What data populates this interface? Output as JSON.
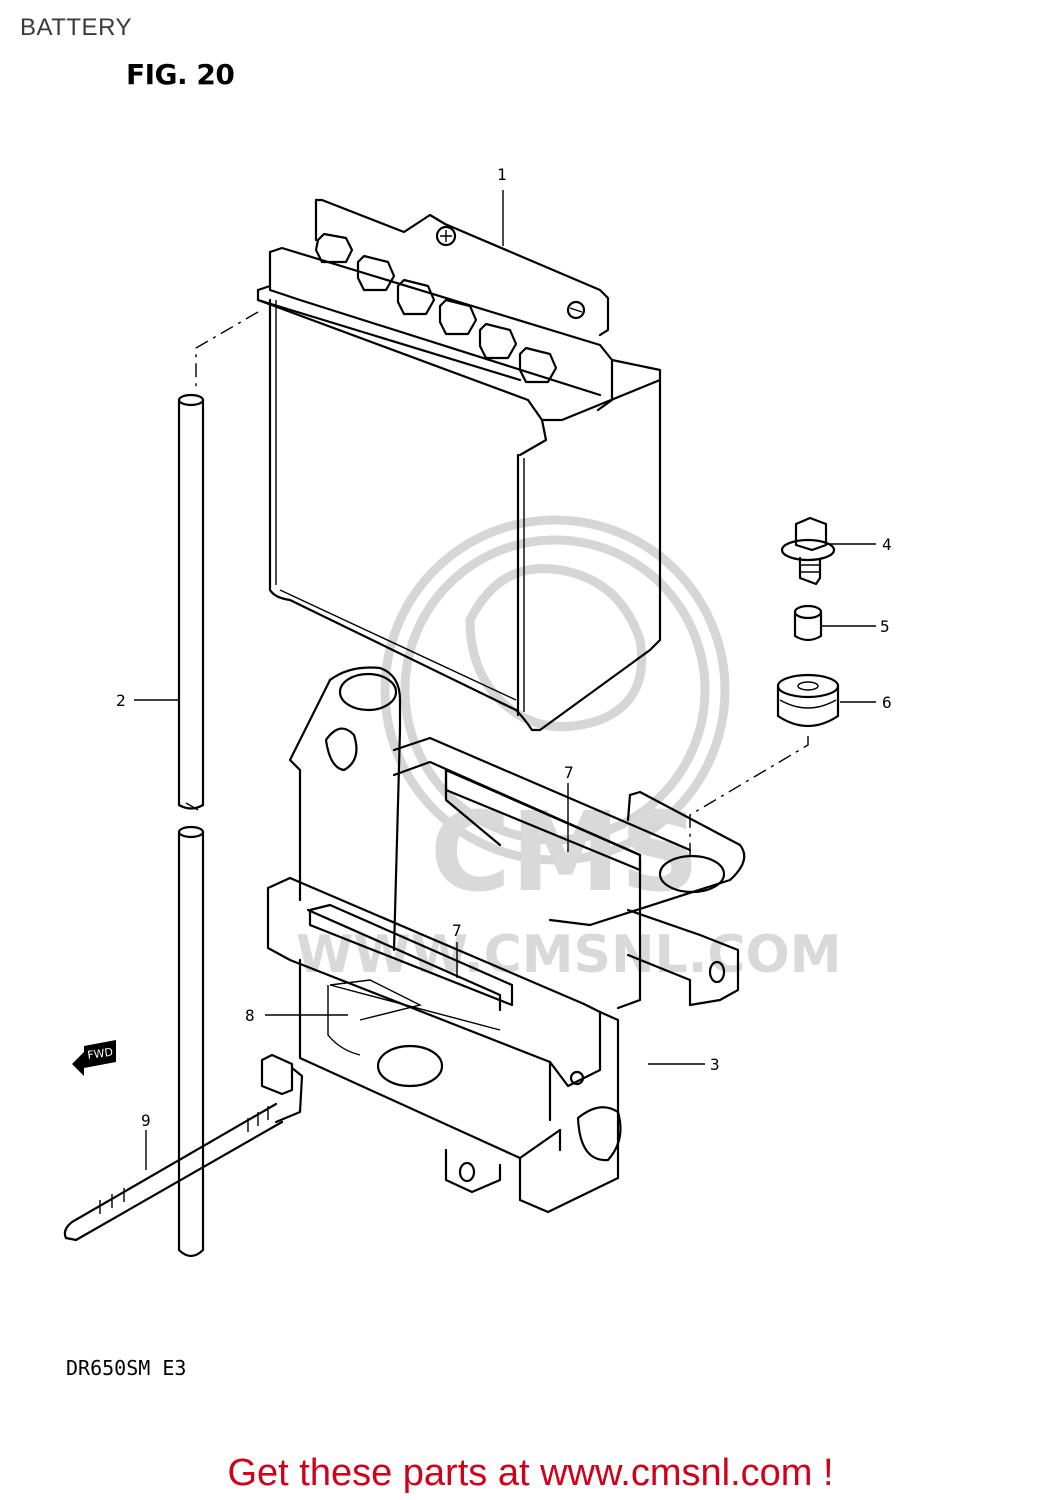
{
  "header": {
    "title": "BATTERY",
    "figure": "FIG. 20"
  },
  "diagram": {
    "model_code": "DR650SM  E3",
    "watermark_text": "WWW.CMSNL.COM",
    "watermark_logo_text": "CMS",
    "direction_icon_label": "FWD",
    "callouts": [
      "1",
      "2",
      "3",
      "4",
      "5",
      "6",
      "7",
      "7",
      "8",
      "9"
    ]
  },
  "footer": {
    "cta": "Get these parts at www.cmsnl.com !"
  },
  "colors": {
    "cta_red": "#d0021b",
    "watermark_gray": "#d6d6d6",
    "title_gray": "#3a3a3a"
  }
}
